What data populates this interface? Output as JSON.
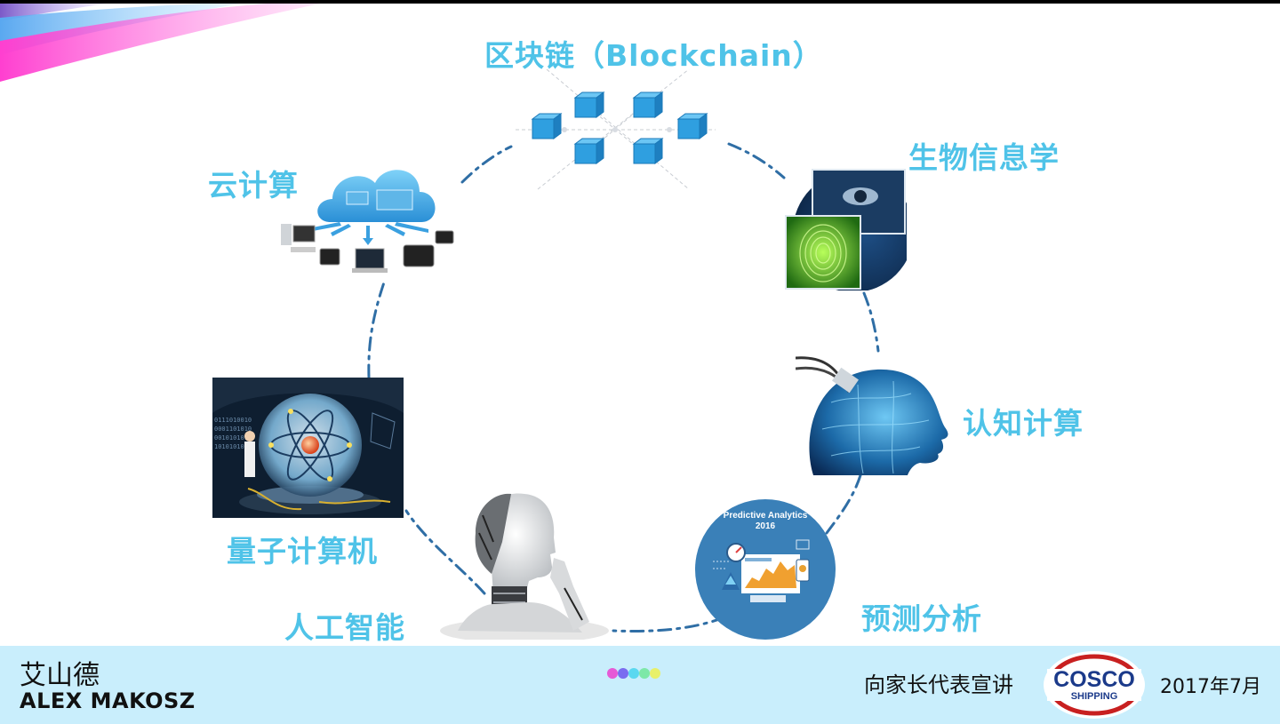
{
  "labels": {
    "blockchain": "区块链（Blockchain）",
    "cloud": "云计算",
    "bioinformatics": "生物信息学",
    "cognitive": "认知计算",
    "predictive": "预测分析",
    "ai": "人工智能",
    "quantum": "量子计算机"
  },
  "predictive_image": {
    "title_line1": "Predictive Analytics",
    "title_line2": "2016"
  },
  "footer": {
    "presenter_cn": "艾山德",
    "presenter_en": "ALEX MAKOSZ",
    "event_title": "向家长代表宣讲",
    "date": "2017年7月",
    "logo_line1": "COSCO",
    "logo_line2": "SHIPPING"
  },
  "colors": {
    "label": "#4fc3e8",
    "ring": "#2f6ea5",
    "footer_bg": "#c9eefc",
    "dots": [
      "#e65ad6",
      "#7a6cf0",
      "#5ad8f0",
      "#7de8a8",
      "#e8f06a"
    ]
  }
}
